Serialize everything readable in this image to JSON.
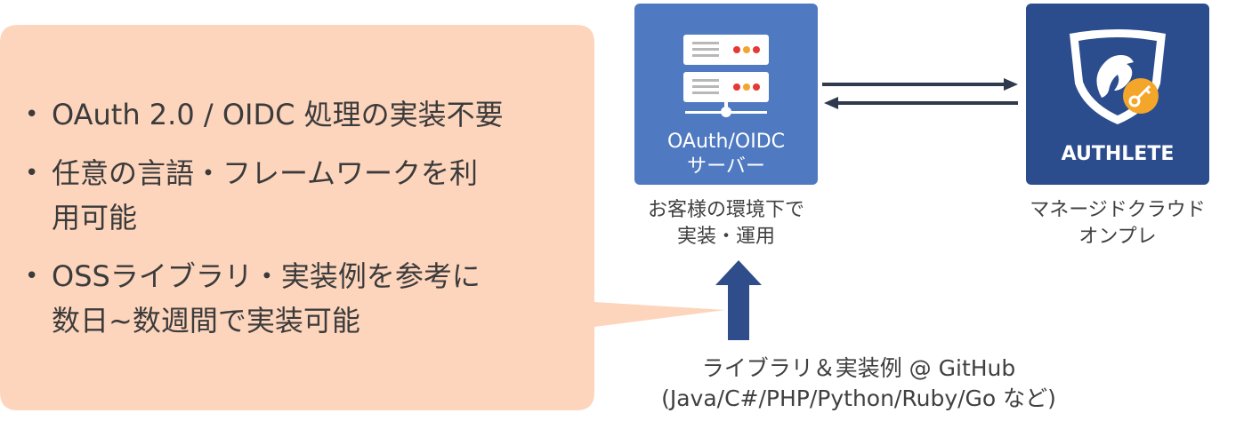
{
  "callout": {
    "fill": "#fdd5bd",
    "bullets": [
      {
        "line1": "OAuth 2.0 / OIDC 処理の実装不要",
        "line2": ""
      },
      {
        "line1": "任意の言語・フレームワークを利",
        "line2": "用可能"
      },
      {
        "line1": "OSSライブラリ・実装例を参考に",
        "line2": "数日~数週間で実装可能"
      }
    ]
  },
  "server": {
    "label_line1": "OAuth/OIDC",
    "label_line2": "サーバー",
    "caption_line1": "お客様の環境下で",
    "caption_line2": "実装・運用",
    "icon": "server-rack-icon",
    "color": "#4f79c0"
  },
  "authlete": {
    "label": "AUTHLETE",
    "caption_line1": "マネージドクラウド",
    "caption_line2": "オンプレ",
    "icon": "griffin-shield-key-icon",
    "color": "#2c4d8d"
  },
  "library": {
    "line1": "ライブラリ＆実装例 @ GitHub",
    "line2": "(Java/C#/PHP/Python/Ruby/Go など)",
    "arrow_icon": "up-arrow-icon",
    "arrow_color": "#2e4d8a"
  }
}
